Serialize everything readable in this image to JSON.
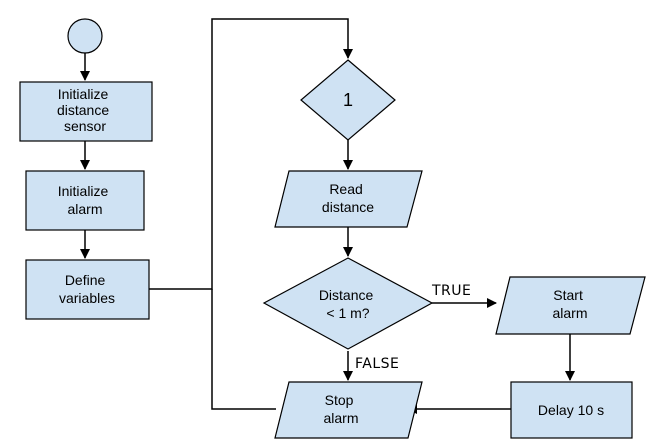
{
  "flowchart": {
    "nodes": {
      "init_sensor": {
        "lines": [
          "Initialize",
          "distance",
          "sensor"
        ]
      },
      "init_alarm": {
        "lines": [
          "Initialize",
          "alarm"
        ]
      },
      "define_vars": {
        "lines": [
          "Define",
          "variables"
        ]
      },
      "loop_decision": {
        "lines": [
          "1"
        ]
      },
      "read_distance": {
        "lines": [
          "Read",
          "distance"
        ]
      },
      "distance_check": {
        "lines": [
          "Distance",
          "< 1 m?"
        ]
      },
      "start_alarm": {
        "lines": [
          "Start",
          "alarm"
        ]
      },
      "delay": {
        "lines": [
          "Delay 10 s"
        ]
      },
      "stop_alarm": {
        "lines": [
          "Stop",
          "alarm"
        ]
      }
    },
    "branch_labels": {
      "true_label": "TRUE",
      "false_label": "FALSE"
    }
  }
}
